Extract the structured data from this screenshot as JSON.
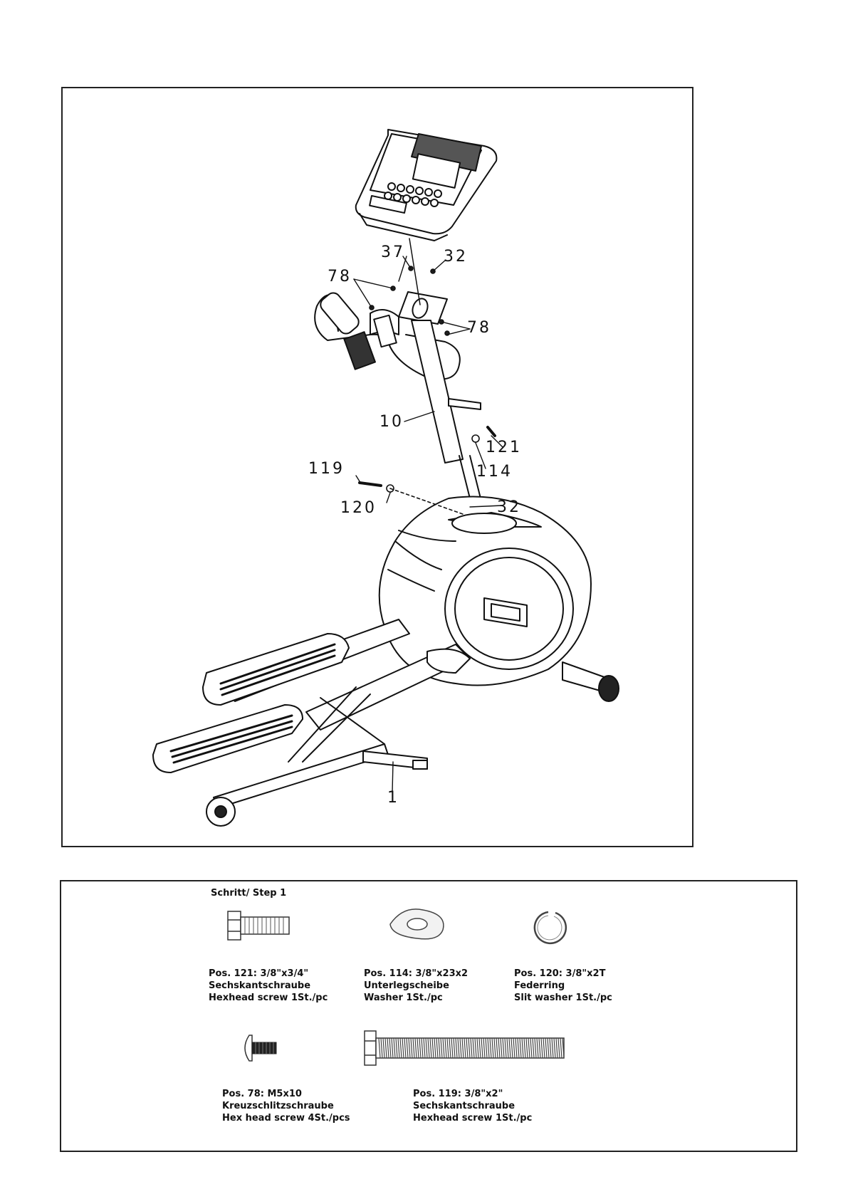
{
  "diagram": {
    "callouts": {
      "c37": "37",
      "c32_top": "32",
      "c78_left": "78",
      "c78_right": "78",
      "c10": "10",
      "c121": "121",
      "c114": "114",
      "c119": "119",
      "c120": "120",
      "c32_base": "32",
      "c1": "1"
    }
  },
  "parts_list": {
    "step_title": "Schritt/ Step 1",
    "parts": [
      {
        "icon": "hex-bolt-icon",
        "position": "Pos. 121: 3/8\"x3/4\"",
        "name_de": "Sechskantschraube",
        "name_en": "Hexhead screw 1St./pc"
      },
      {
        "icon": "curved-washer-icon",
        "position": "Pos. 114: 3/8\"x23x2",
        "name_de": "Unterlegscheibe",
        "name_en": "Washer 1St./pc"
      },
      {
        "icon": "split-ring-washer-icon",
        "position": "Pos. 120: 3/8\"x2T",
        "name_de": "Federring",
        "name_en": "Slit washer 1St./pc"
      },
      {
        "icon": "button-head-screw-icon",
        "position": "Pos. 78: M5x10",
        "name_de": "Kreuzschlitzschraube",
        "name_en": "Hex head screw 4St./pcs"
      },
      {
        "icon": "long-hex-bolt-icon",
        "position": "Pos. 119: 3/8\"x2\"",
        "name_de": "Sechskantschraube",
        "name_en": "Hexhead screw 1St./pc"
      }
    ]
  }
}
